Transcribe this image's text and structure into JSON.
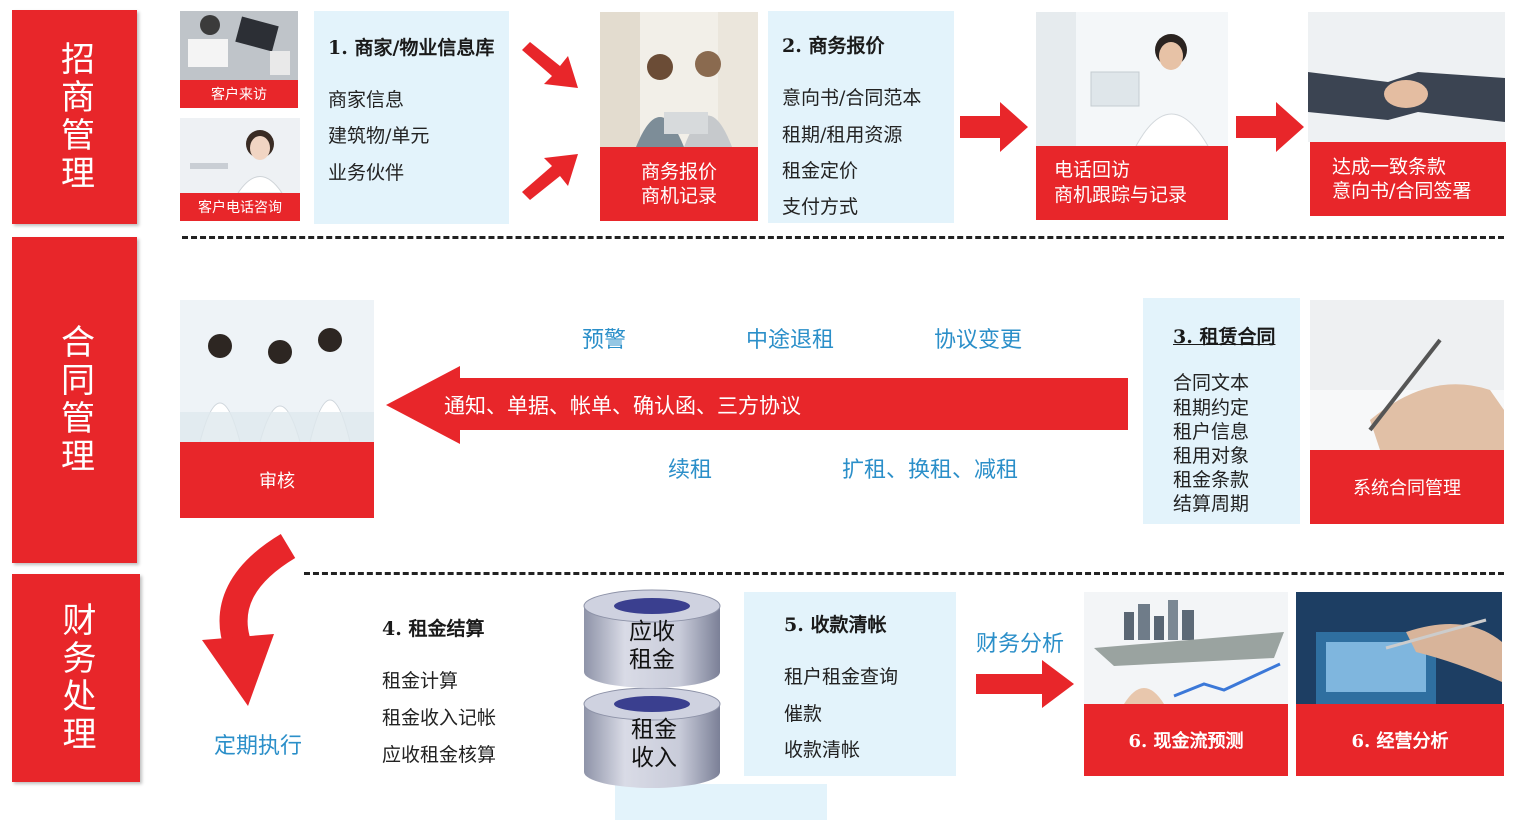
{
  "sidebar": {
    "recruit": "招商管理",
    "contract": "合同管理",
    "finance": "财务处理"
  },
  "row1": {
    "visit_caption": "客户来访",
    "phone_caption": "客户电话咨询",
    "box1": {
      "title": "1. 商家/物业信息库",
      "items": [
        "商家信息",
        "建筑物/单元",
        "业务伙伴"
      ]
    },
    "quote_caption": [
      "商务报价",
      "商机记录"
    ],
    "box2": {
      "title": "2. 商务报价",
      "items": [
        "意向书/合同范本",
        "租期/租用资源",
        "租金定价",
        "支付方式"
      ]
    },
    "call_caption": [
      "电话回访",
      "商机跟踪与记录"
    ],
    "deal_caption": [
      "达成一致条款",
      "意向书/合同签署"
    ]
  },
  "row2": {
    "review_caption": "审核",
    "labels_top": [
      "预警",
      "中途退租",
      "协议变更"
    ],
    "arrow_text": "通知、单据、帐单、确认函、三方协议",
    "labels_bottom": [
      "续租",
      "扩租、换租、减租"
    ],
    "box3": {
      "title": "3. 租赁合同",
      "items": [
        "合同文本",
        "租期约定",
        "租户信息",
        "租用对象",
        "租金条款",
        "结算周期"
      ]
    },
    "system_caption": "系统合同管理"
  },
  "row3": {
    "periodic": "定期执行",
    "box4": {
      "title": "4. 租金结算",
      "items": [
        "租金计算",
        "租金收入记帐",
        "应收租金核算"
      ]
    },
    "cyl_top": [
      "应收",
      "租金"
    ],
    "cyl_bottom": [
      "租金",
      "收入"
    ],
    "box5": {
      "title": "5. 收款清帐",
      "items": [
        "租户租金查询",
        "催款",
        "收款清帐"
      ]
    },
    "finance_analysis": "财务分析",
    "cashflow_caption": "6. 现金流预测",
    "operation_caption": "6. 经营分析"
  },
  "colors": {
    "red": "#e8262a",
    "light_blue": "#e3f3fb",
    "blue_text": "#2b8fc9"
  }
}
